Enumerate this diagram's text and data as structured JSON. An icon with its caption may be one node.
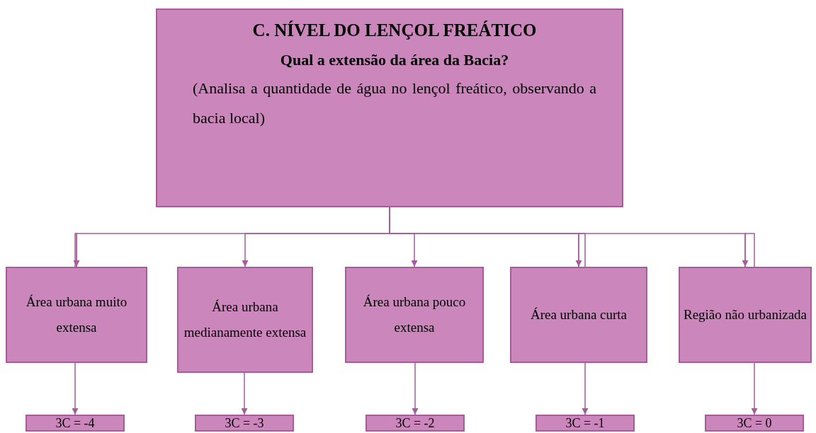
{
  "diagram": {
    "nodes": [
      {
        "text": [
          "C.  NÍVEL DO LENÇOL FREÁTICO",
          "Qual a extensão da área da Bacia?",
          "(Analisa a quantidade de água no lençol freático, observando a bacia local)"
        ]
      },
      {
        "text": [
          "Área urbana muito extensa"
        ]
      },
      {
        "text": [
          "Área urbana medianamente extensa"
        ]
      },
      {
        "text": [
          "Área urbana pouco extensa"
        ]
      },
      {
        "text": [
          "Área urbana curta"
        ]
      },
      {
        "text": [
          "Região não urbanizada"
        ]
      },
      {
        "text": [
          "3C = -4"
        ]
      },
      {
        "text": [
          "3C = -3"
        ]
      },
      {
        "text": [
          "3C = -2"
        ]
      },
      {
        "text": [
          "3C = -1"
        ]
      },
      {
        "text": [
          "3C = 0"
        ]
      }
    ],
    "edges": [
      {
        "from": 0,
        "to": 1,
        "arrow": "to"
      },
      {
        "from": 0,
        "to": 2,
        "arrow": "to"
      },
      {
        "from": 0,
        "to": 3,
        "arrow": "to"
      },
      {
        "from": 0,
        "to": 4,
        "arrow": "to"
      },
      {
        "from": 0,
        "to": 5,
        "arrow": "to"
      },
      {
        "from": 1,
        "to": 6,
        "arrow": "to"
      },
      {
        "from": 2,
        "to": 7,
        "arrow": "to"
      },
      {
        "from": 3,
        "to": 8,
        "arrow": "to"
      },
      {
        "from": 4,
        "to": 9,
        "arrow": "to"
      },
      {
        "from": 5,
        "to": 10,
        "arrow": "to"
      }
    ]
  }
}
